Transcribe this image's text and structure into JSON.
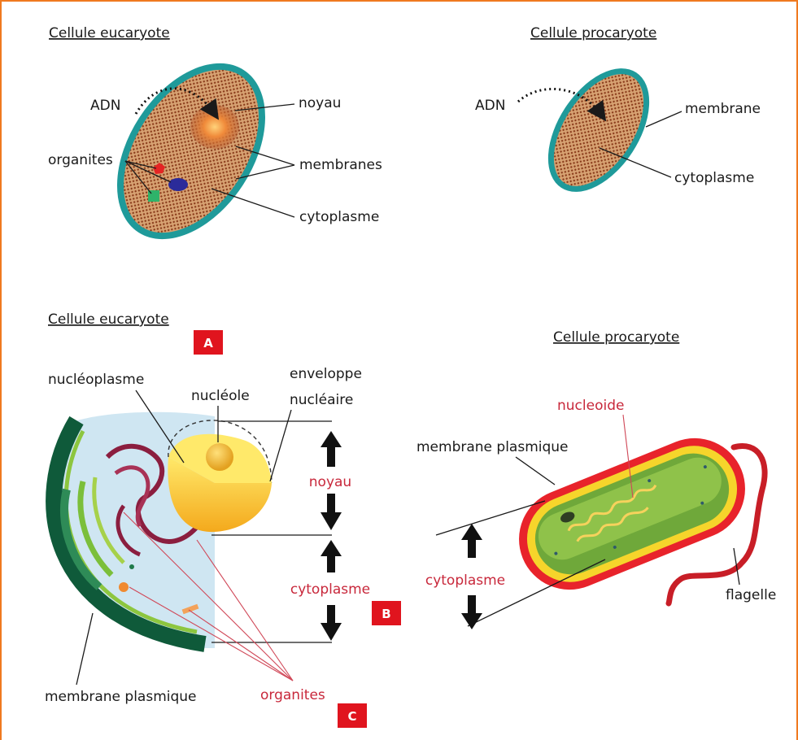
{
  "colors": {
    "frame_border": "#f07a1f",
    "label_red": "#c8283b",
    "badge_red": "#e0141e",
    "cell_wall_teal": "#1f9a9a",
    "cytoplasm_brown": "#d7a272",
    "bacterium_red": "#e8232b",
    "bacterium_yellow": "#f6d52b",
    "bacterium_green": "#7fb23a"
  },
  "top_left": {
    "title": "Cellule eucaryote",
    "labels": {
      "adn": "ADN",
      "noyau": "noyau",
      "organites": "organites",
      "membranes": "membranes",
      "cytoplasme": "cytoplasme"
    }
  },
  "top_right": {
    "title": "Cellule procaryote",
    "labels": {
      "adn": "ADN",
      "membrane": "membrane",
      "cytoplasme": "cytoplasme"
    }
  },
  "bottom_left": {
    "title": "Cellule eucaryote",
    "badges": {
      "a": "A",
      "b": "B",
      "c": "C"
    },
    "labels": {
      "nucleoplasme": "nucléoplasme",
      "nucleole": "nucléole",
      "enveloppe_1": "enveloppe",
      "enveloppe_2": "nucléaire",
      "noyau": "noyau",
      "cytoplasme": "cytoplasme",
      "organites": "organites",
      "membrane_plasmique": "membrane plasmique"
    }
  },
  "bottom_right": {
    "title": "Cellule procaryote",
    "labels": {
      "nucleoide": "nucleoide",
      "membrane_plasmique": "membrane plasmique",
      "cytoplasme": "cytoplasme",
      "flagelle": "flagelle"
    }
  }
}
